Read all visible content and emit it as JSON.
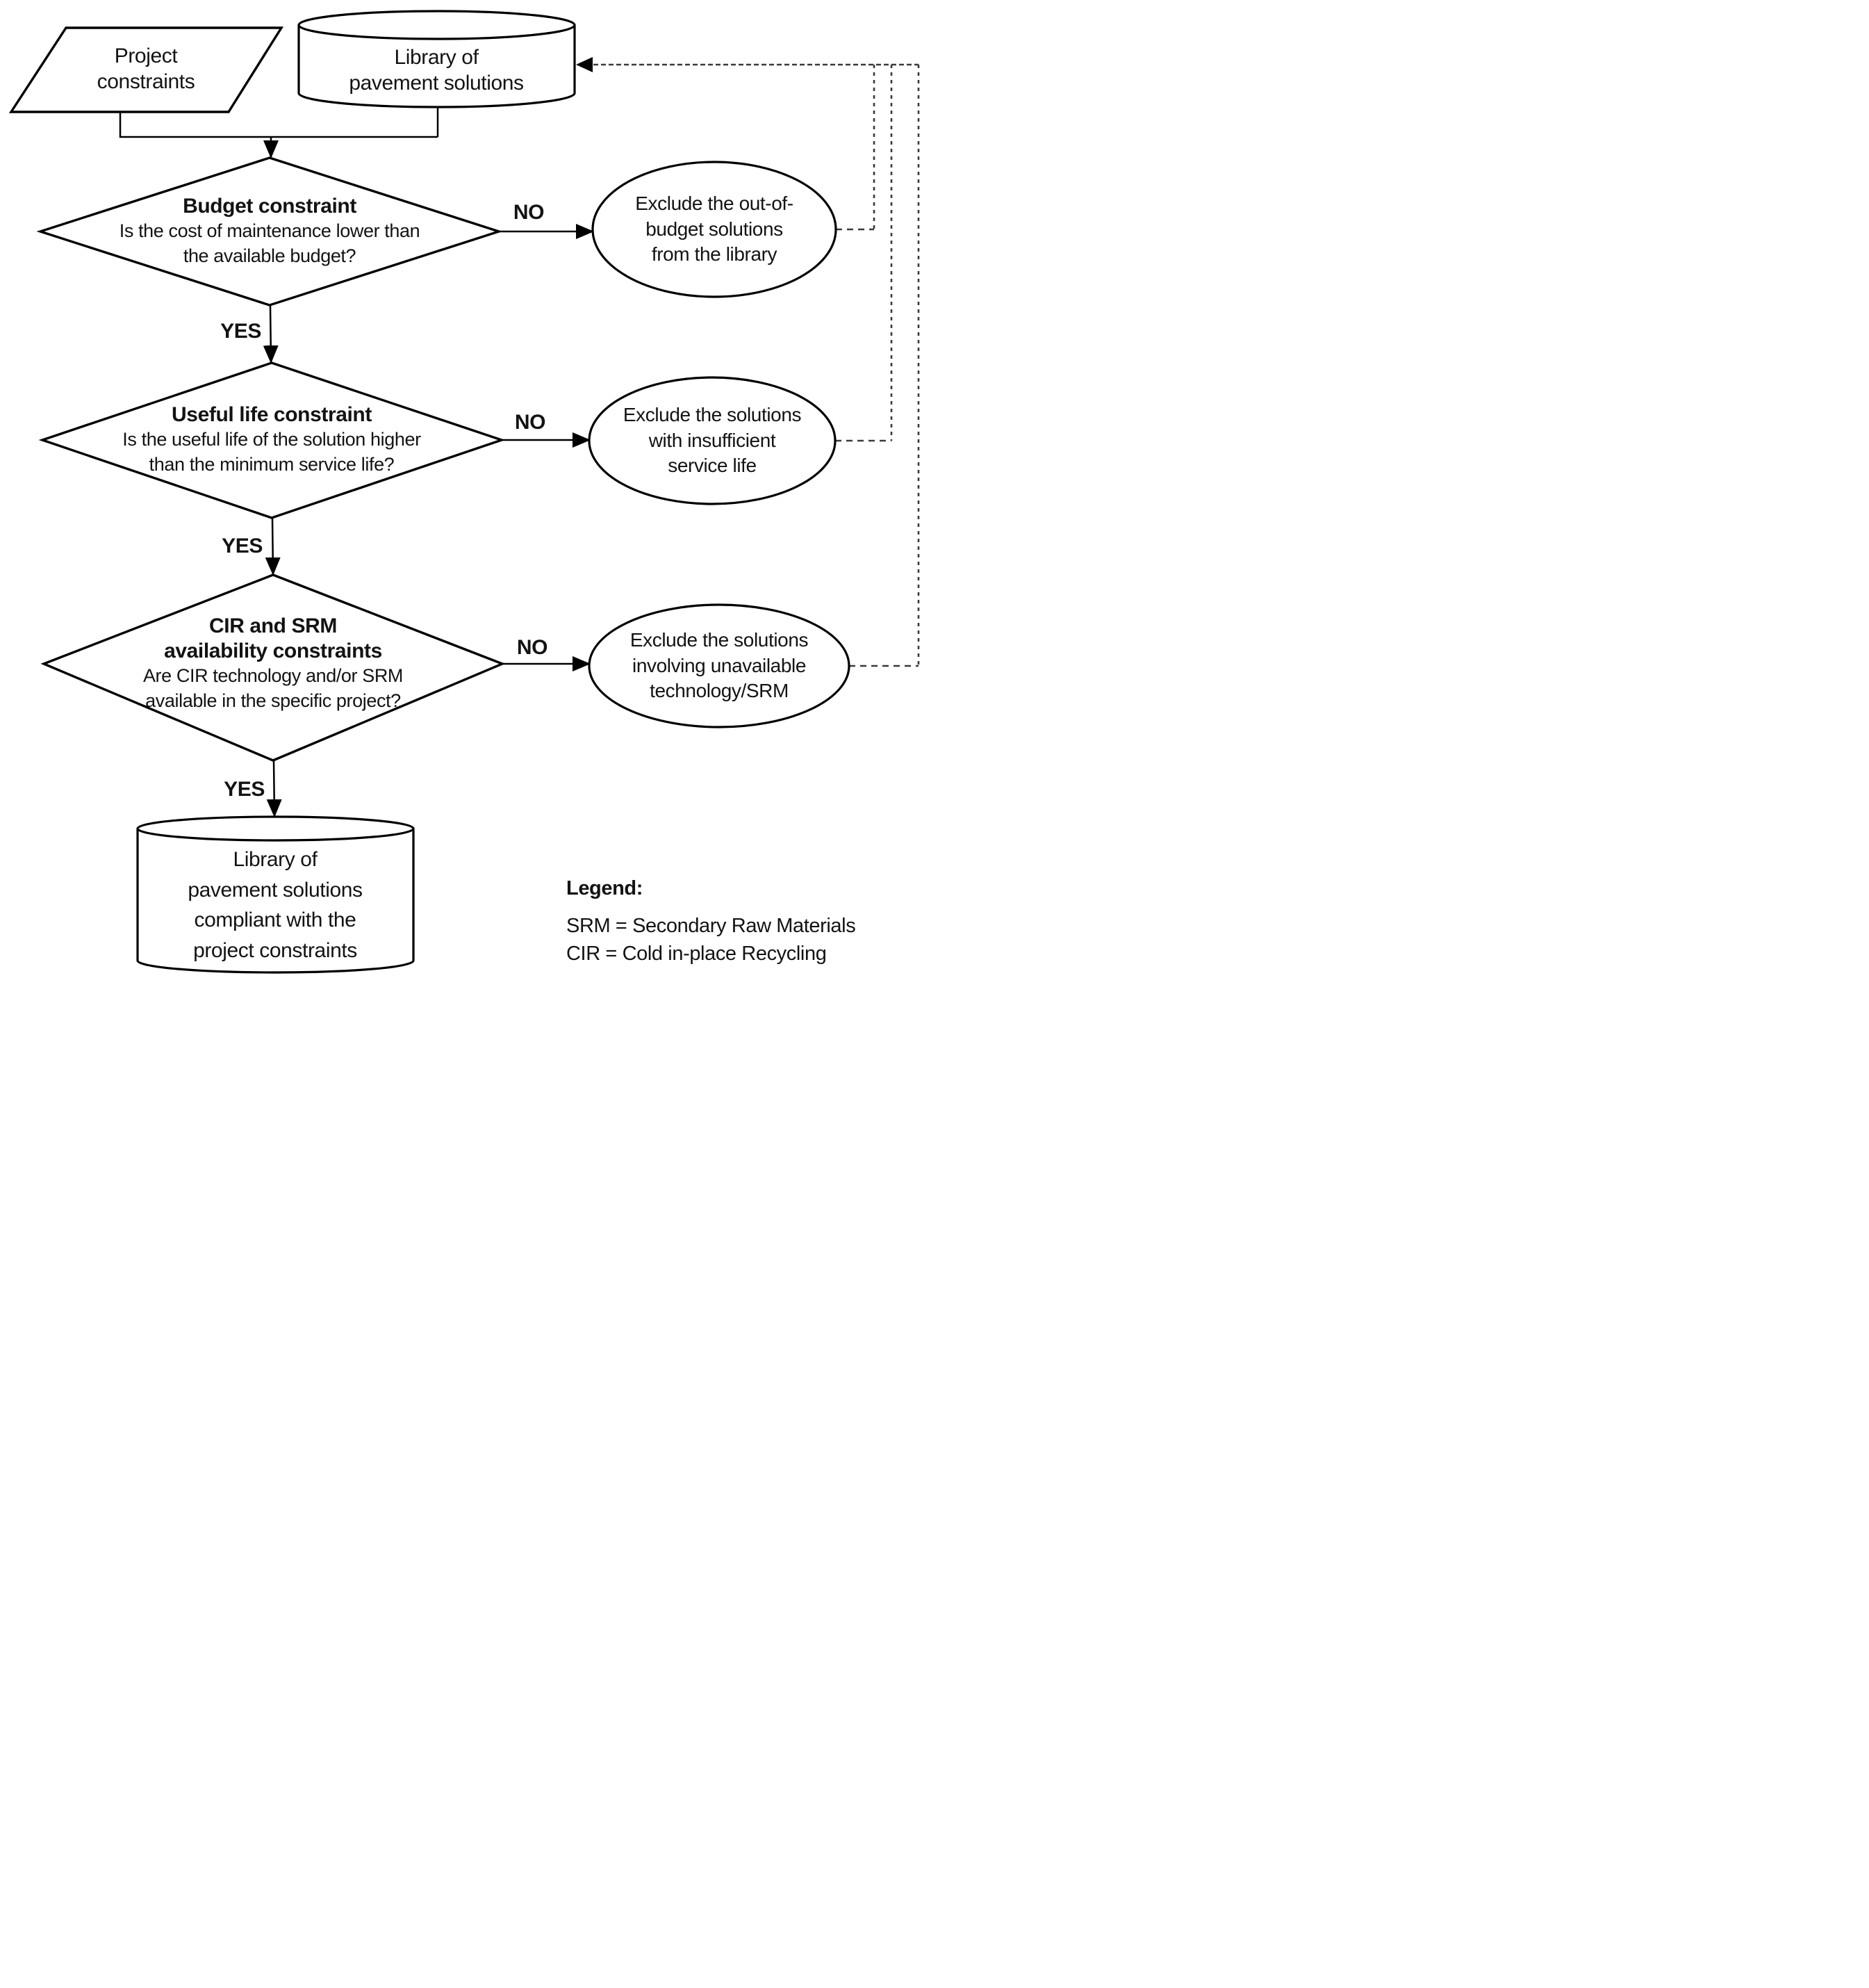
{
  "figure": {
    "background": "#ffffff",
    "line_color": "#000000",
    "dashed_line_color": "#3a3a3a",
    "text_color": "#131313"
  },
  "nodes": {
    "project_constraints": {
      "shape": "parallelogram",
      "text": "Project\nconstraints"
    },
    "library": {
      "shape": "cylinder",
      "text": "Library of\npavement solutions"
    },
    "budget_decision": {
      "shape": "diamond",
      "title": "Budget constraint",
      "question": "Is the cost of maintenance lower than\nthe available budget?"
    },
    "exclude_out_of_budget": {
      "shape": "ellipse",
      "text": "Exclude the out-of-\nbudget solutions\nfrom the library"
    },
    "useful_life_decision": {
      "shape": "diamond",
      "title": "Useful life constraint",
      "question": "Is the useful life of the solution higher\nthan the minimum service life?"
    },
    "exclude_insufficient_life": {
      "shape": "ellipse",
      "text": "Exclude the solutions\nwith insufficient\nservice life"
    },
    "cir_srm_decision": {
      "shape": "diamond",
      "title": "CIR and SRM\navailability constraints",
      "question": "Are CIR technology and/or SRM\navailable in the specific project?"
    },
    "exclude_unavailable_tech": {
      "shape": "ellipse",
      "text": "Exclude the solutions\ninvolving unavailable\ntechnology/SRM"
    },
    "compliant_library": {
      "shape": "cylinder",
      "text": "Library of\npavement solutions\ncompliant with the\nproject constraints"
    }
  },
  "edge_labels": {
    "budget_no": "NO",
    "budget_yes": "YES",
    "life_no": "NO",
    "life_yes": "YES",
    "cir_no": "NO",
    "cir_yes": "YES"
  },
  "legend": {
    "heading": "Legend",
    "colon": ":",
    "items": [
      "SRM = Secondary Raw Materials",
      "CIR = Cold in-place Recycling"
    ]
  }
}
